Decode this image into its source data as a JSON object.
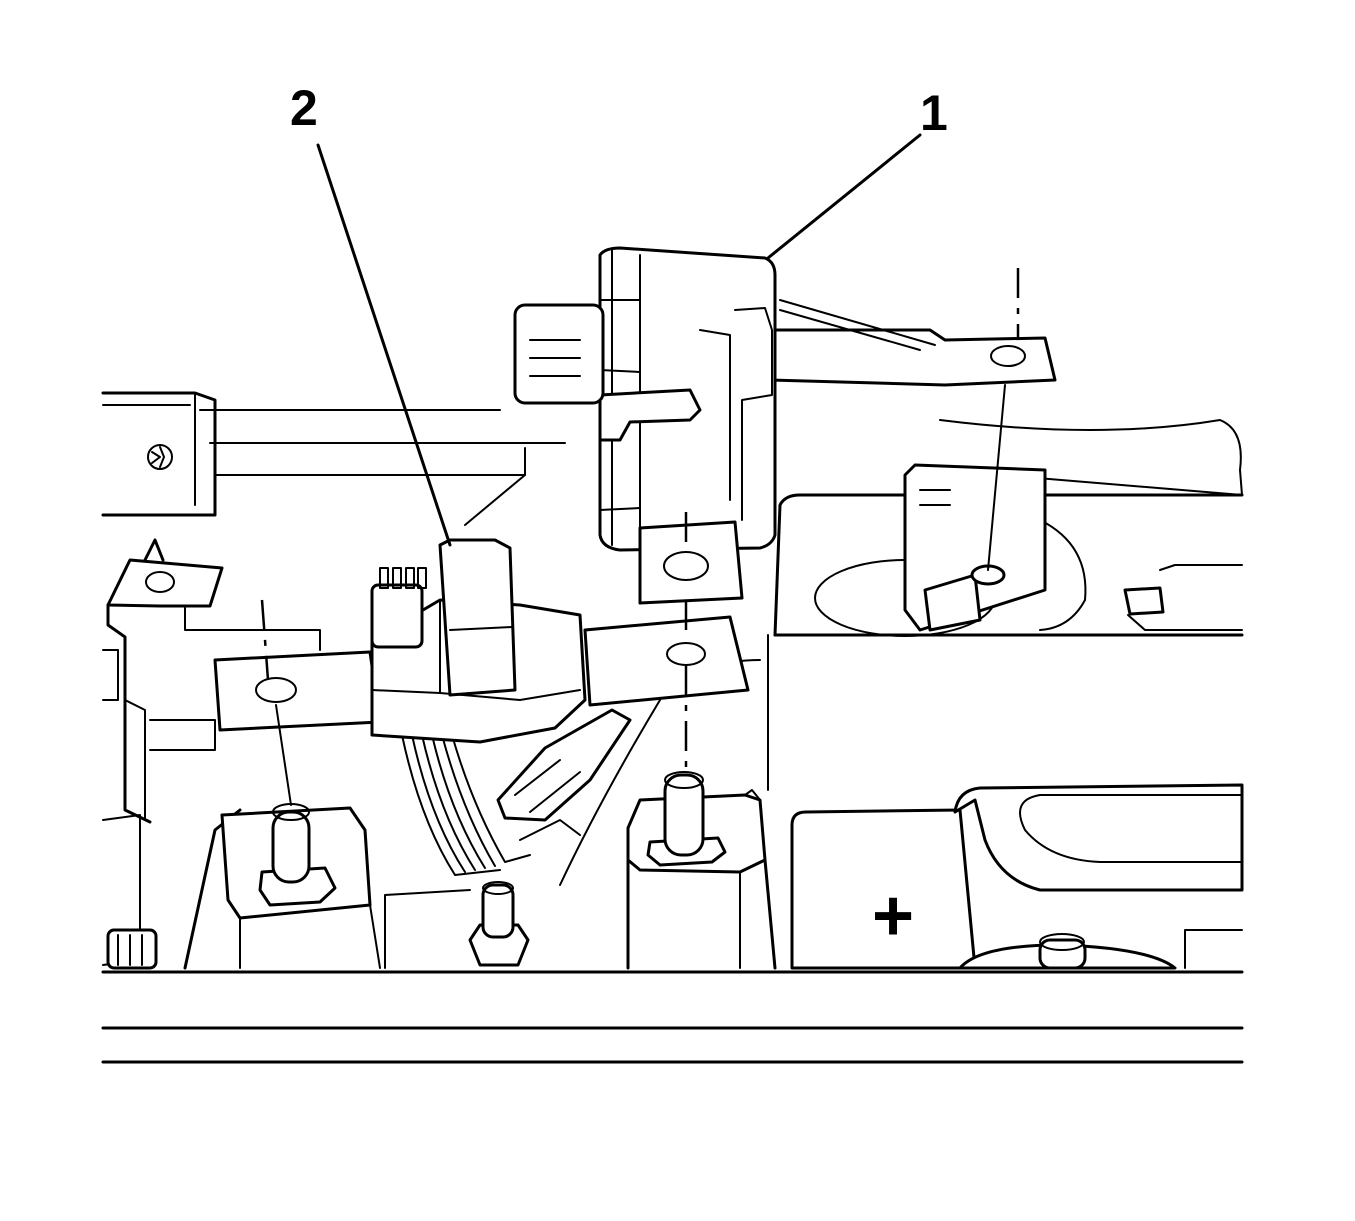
{
  "callouts": [
    {
      "id": "1",
      "label": "1"
    },
    {
      "id": "2",
      "label": "2"
    }
  ],
  "battery": {
    "positive_symbol": "+"
  },
  "colors": {
    "line": "#000000",
    "background": "#ffffff"
  }
}
